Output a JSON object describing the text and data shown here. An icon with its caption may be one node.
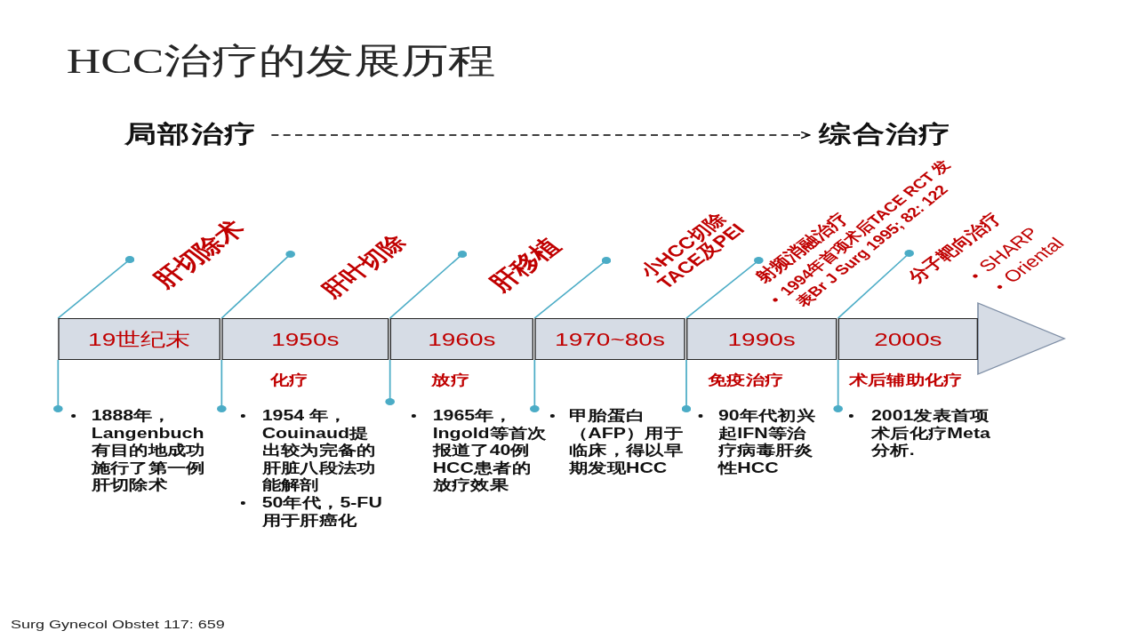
{
  "diagram": {
    "title": "HCC治疗的发展历程",
    "nodes": [
      {
        "text": [
          "局部治疗"
        ]
      },
      {
        "text": [
          "综合治疗"
        ]
      },
      {
        "text": [
          "肝切除术"
        ]
      },
      {
        "text": [
          "肝叶切除"
        ]
      },
      {
        "text": [
          "肝移植"
        ]
      },
      {
        "text": [
          "小HCC切除",
          "TACE及PEI"
        ]
      },
      {
        "text": [
          "射频消融治疗"
        ],
        "beside": [
          "1994年首项术后TACE RCT 发表Br J Surg 1995; 82: 122"
        ]
      },
      {
        "text": [
          "分子靶向治疗"
        ],
        "beside": [
          "SHARP",
          "Oriental"
        ]
      },
      {
        "text": [
          "19世纪末"
        ]
      },
      {
        "text": [
          "1950s"
        ],
        "beside": [
          "化疗"
        ]
      },
      {
        "text": [
          "1960s"
        ],
        "beside": [
          "放疗"
        ]
      },
      {
        "text": [
          "1970~80s"
        ]
      },
      {
        "text": [
          "1990s"
        ],
        "beside": [
          "免疫治疗"
        ]
      },
      {
        "text": [
          "2000s"
        ],
        "beside": [
          "术后辅助化疗"
        ]
      },
      {
        "text": [
          "1888年，Langenbuch有目的地成功施行了第一例肝切除术"
        ]
      },
      {
        "text": [
          "1954 年，Couinaud提出较为完备的肝脏八段法功能解剖",
          "50年代，5-FU用于肝癌化"
        ]
      },
      {
        "text": [
          "1965年，Ingold等首次报道了40例HCC患者的放疗效果"
        ]
      },
      {
        "text": [
          "甲胎蛋白（AFP）用于临床，得以早期发现HCC"
        ]
      },
      {
        "text": [
          "90年代初兴起IFN等治疗病毒肝炎性HCC"
        ]
      },
      {
        "text": [
          "2001发表首项术后化疗Meta分析."
        ]
      }
    ],
    "edges": [
      {
        "from": 0,
        "to": 1,
        "arrow": "to",
        "style": "dashed",
        "color": "#000000"
      },
      {
        "from": 8,
        "to": 2,
        "arrow": "other"
      },
      {
        "from": 9,
        "to": 3,
        "arrow": "other"
      },
      {
        "from": 10,
        "to": 4,
        "arrow": "other"
      },
      {
        "from": 11,
        "to": 5,
        "arrow": "other"
      },
      {
        "from": 12,
        "to": 6,
        "arrow": "other"
      },
      {
        "from": 13,
        "to": 7,
        "arrow": "other"
      },
      {
        "from": 8,
        "to": 14,
        "arrow": "other"
      },
      {
        "from": 9,
        "to": 15,
        "arrow": "other"
      },
      {
        "from": 10,
        "to": 16,
        "arrow": "other"
      },
      {
        "from": 11,
        "to": 17,
        "arrow": "other"
      },
      {
        "from": 12,
        "to": 18,
        "arrow": "other"
      },
      {
        "from": 13,
        "to": 19,
        "arrow": "other"
      }
    ],
    "labels": [
      "Surg Gynecol Obstet 117: 659"
    ]
  }
}
